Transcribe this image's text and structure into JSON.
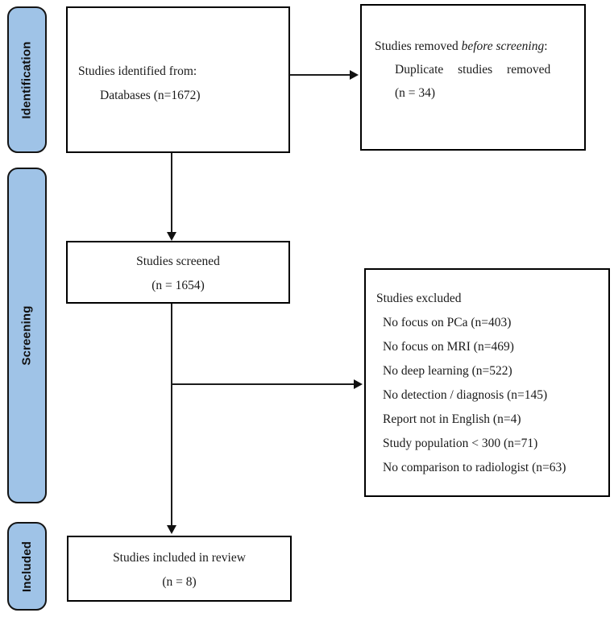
{
  "figure": {
    "type": "prisma-flow-diagram",
    "colors": {
      "stage_fill": "#9fc3e7",
      "stage_border": "#141414",
      "box_border": "#000000",
      "text": "#1a1a1a",
      "background": "#ffffff"
    }
  },
  "stages": [
    {
      "label": "Identification"
    },
    {
      "label": "Screening"
    },
    {
      "label": "Included"
    }
  ],
  "boxes": {
    "identified": {
      "line1": "Studies identified from:",
      "line2": "Databases (n=1672)"
    },
    "removed": {
      "line1_prefix": "Studies removed ",
      "line1_italic": "before screening",
      "line1_suffix": ":",
      "line2": "Duplicate studies removed",
      "line3": "(n = 34)"
    },
    "screened": {
      "line1": "Studies screened",
      "line2": "(n = 1654)"
    },
    "excluded": {
      "title": "Studies excluded",
      "items": [
        "No focus on PCa (n=403)",
        "No focus on MRI (n=469)",
        "No deep learning (n=522)",
        "No detection / diagnosis (n=145)",
        "Report not in English (n=4)",
        "Study population < 300 (n=71)",
        "No comparison to radiologist (n=63)"
      ]
    },
    "included": {
      "line1": "Studies included in review",
      "line2": "(n = 8)"
    }
  }
}
